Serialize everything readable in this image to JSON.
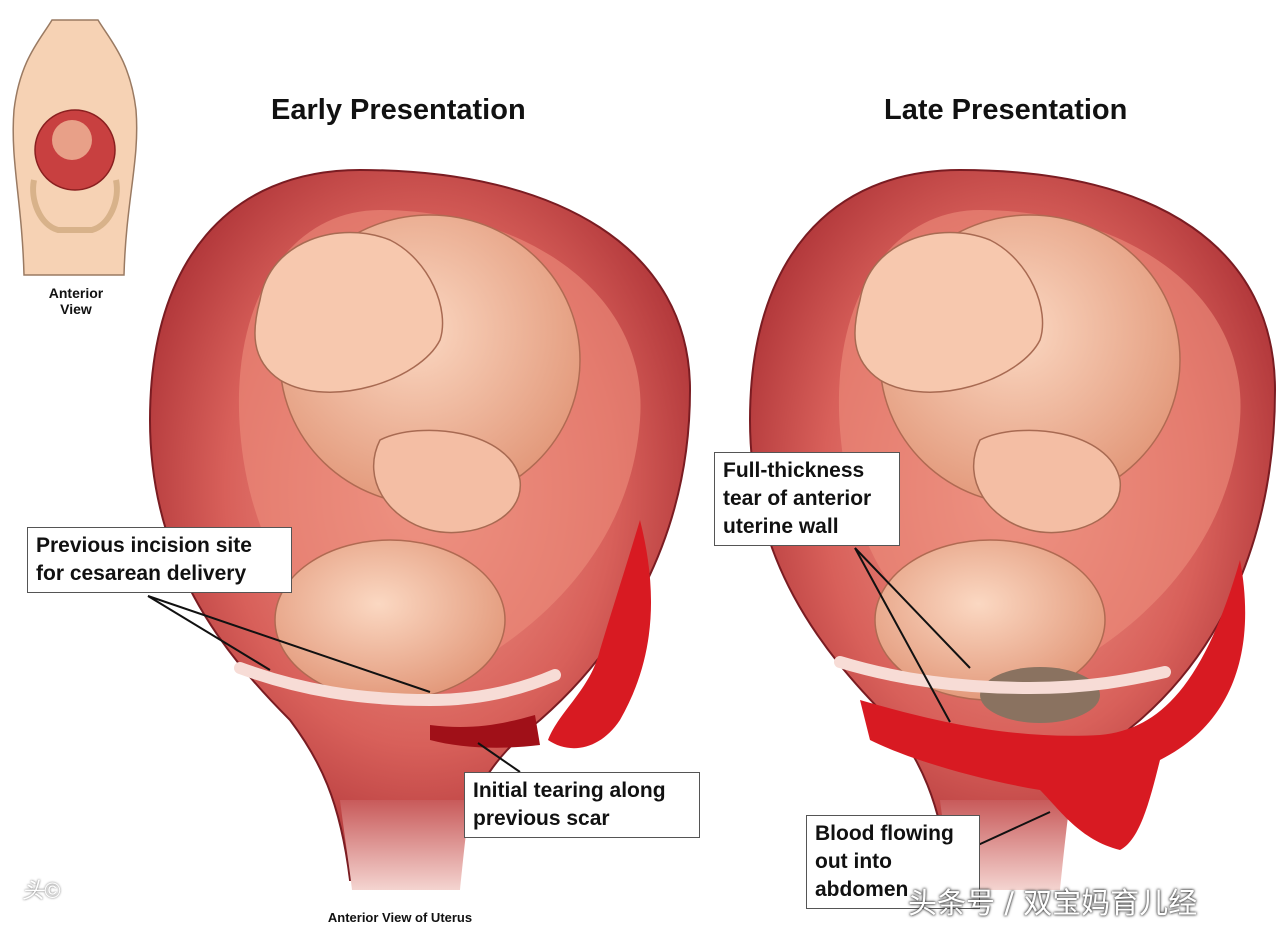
{
  "titles": {
    "early": "Early Presentation",
    "late": "Late Presentation"
  },
  "thumbnail": {
    "caption_line1": "Anterior",
    "caption_line2": "View"
  },
  "labels": {
    "previous_incision_line1": "Previous incision site",
    "previous_incision_line2": "for cesarean delivery",
    "initial_tearing_line1": "Initial tearing along",
    "initial_tearing_line2": "previous scar",
    "full_thickness_line1": "Full-thickness",
    "full_thickness_line2": "tear of anterior",
    "full_thickness_line3": "uterine wall",
    "blood_line1": "Blood flowing",
    "blood_line2": "out into",
    "blood_line3": "abdomen"
  },
  "bottom_caption": "Anterior View of Uterus",
  "watermark": {
    "logo_text": "头©",
    "text": "头条号 / 双宝妈育儿经"
  },
  "colors": {
    "uterus_wall": "#c8484a",
    "uterus_inner": "#e98a7a",
    "fetus_skin": "#f0b89a",
    "blood": "#d81a22",
    "scar": "#f4d6d2"
  }
}
